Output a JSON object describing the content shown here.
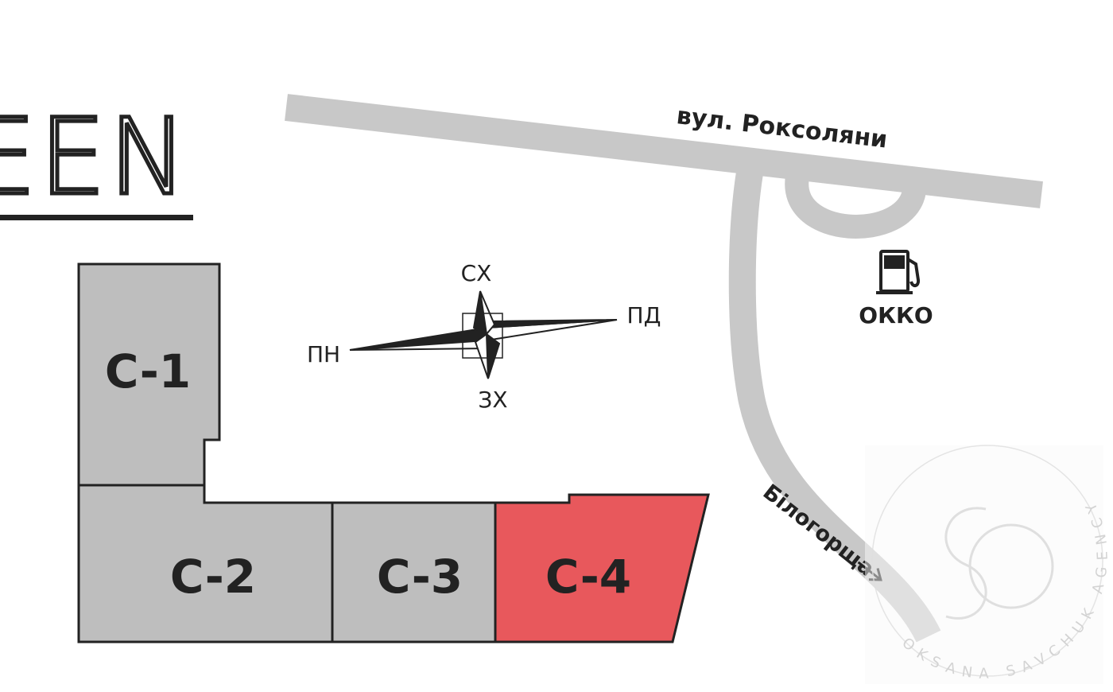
{
  "logo": {
    "text": "EEN"
  },
  "blocks": [
    {
      "label": "C-1",
      "highlighted": false
    },
    {
      "label": "C-2",
      "highlighted": false
    },
    {
      "label": "C-3",
      "highlighted": false
    },
    {
      "label": "C-4",
      "highlighted": true
    }
  ],
  "colors": {
    "block_fill": "#bebebe",
    "block_highlight": "#e8585c",
    "road": "#c8c8c8",
    "outline": "#222222"
  },
  "compass": {
    "north": "ПН",
    "south": "ПД",
    "east": "СХ",
    "west": "ЗХ"
  },
  "streets": {
    "main": "вул. Роксоляни",
    "side": "Білогорща"
  },
  "poi": {
    "label": "ОККО",
    "icon": "fuel-station-icon"
  },
  "watermark": {
    "text": "OKSANA SAVCHUK AGENCY"
  }
}
